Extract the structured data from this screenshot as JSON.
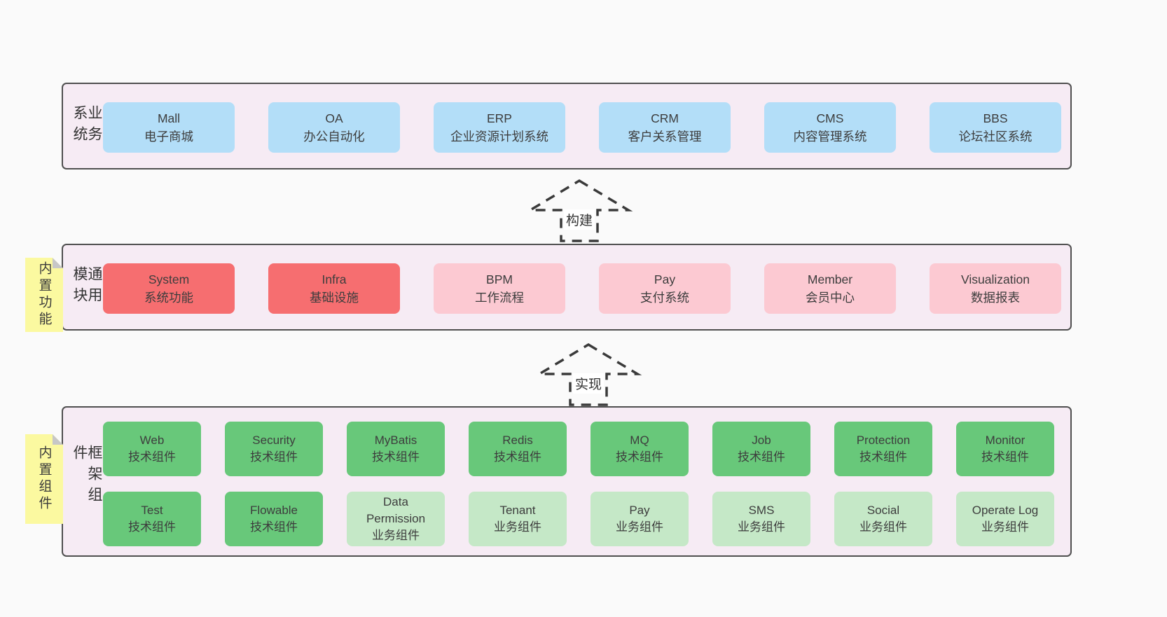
{
  "colors": {
    "page_bg": "#fafafa",
    "section_bg": "#f6ebf4",
    "section_border": "#4f4f4f",
    "blue_box": "#b3def8",
    "red_box": "#f66e70",
    "pink_box": "#fcc9d2",
    "green_box": "#68c87a",
    "light_green_box": "#c5e8c7",
    "sticky_note": "#fbf9a0",
    "note_fold": "#c7c7c7",
    "text": "#3d3d3d"
  },
  "arrows": {
    "build": "构建",
    "implement": "实现"
  },
  "sections": {
    "business": {
      "label": "业务系统",
      "boxes": [
        {
          "name": "Mall",
          "desc": "电子商城"
        },
        {
          "name": "OA",
          "desc": "办公自动化"
        },
        {
          "name": "ERP",
          "desc": "企业资源计划系统"
        },
        {
          "name": "CRM",
          "desc": "客户关系管理"
        },
        {
          "name": "CMS",
          "desc": "内容管理系统"
        },
        {
          "name": "BBS",
          "desc": "论坛社区系统"
        }
      ]
    },
    "modules": {
      "label": "通用模块",
      "note": "内置功能",
      "boxes": [
        {
          "name": "System",
          "desc": "系统功能"
        },
        {
          "name": "Infra",
          "desc": "基础设施"
        },
        {
          "name": "BPM",
          "desc": "工作流程"
        },
        {
          "name": "Pay",
          "desc": "支付系统"
        },
        {
          "name": "Member",
          "desc": "会员中心"
        },
        {
          "name": "Visualization",
          "desc": "数据报表"
        }
      ]
    },
    "framework": {
      "label": "框架组件",
      "note": "内置组件",
      "row1": [
        {
          "name": "Web",
          "desc": "技术组件"
        },
        {
          "name": "Security",
          "desc": "技术组件"
        },
        {
          "name": "MyBatis",
          "desc": "技术组件"
        },
        {
          "name": "Redis",
          "desc": "技术组件"
        },
        {
          "name": "MQ",
          "desc": "技术组件"
        },
        {
          "name": "Job",
          "desc": "技术组件"
        },
        {
          "name": "Protection",
          "desc": "技术组件"
        },
        {
          "name": "Monitor",
          "desc": "技术组件"
        }
      ],
      "row2": [
        {
          "name": "Test",
          "desc": "技术组件"
        },
        {
          "name": "Flowable",
          "desc": "技术组件"
        },
        {
          "name": "Data Permission",
          "desc": "业务组件"
        },
        {
          "name": "Tenant",
          "desc": "业务组件"
        },
        {
          "name": "Pay",
          "desc": "业务组件"
        },
        {
          "name": "SMS",
          "desc": "业务组件"
        },
        {
          "name": "Social",
          "desc": "业务组件"
        },
        {
          "name": "Operate Log",
          "desc": "业务组件"
        }
      ]
    }
  }
}
